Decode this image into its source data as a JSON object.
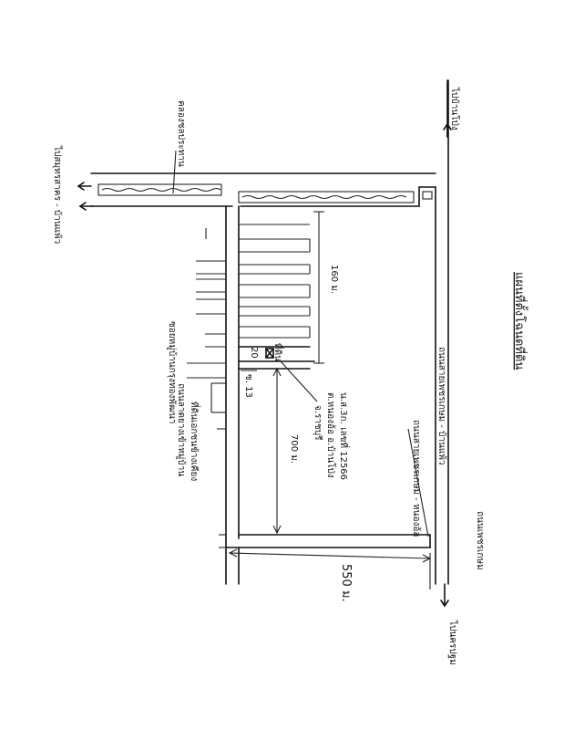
{
  "labels": {
    "title": "แผนที่ตั้งโฉนดที่ดิน",
    "road_top_right": "ไปบ้านโป่ง",
    "road_top_left": "ไปสมุทรสาคร - บ้านแพ้ว",
    "canal": "คลองชลประทาน",
    "road_right": "ถนนเพชรเกษม",
    "road_bottom": "ไปนครปฐม",
    "main_road_strip": "ถนนสายเพชรเกษม - บ้านแพ้ว",
    "left_road_a": "ซอยหมู่บ้านกรุงทองพัฒนา",
    "left_road_b": "ถนนลาดยางเข้าหมู่บ้าน",
    "left_road_c": "ที่ดินเอกชนข้างเคียง",
    "soi": "ซ. 13",
    "lot_mark": "ที่ดิน",
    "land_info_1": "น.ส.3ก. เลขที่ 12566",
    "land_info_2": "ต.หนองอ้อ อ.บ้านโป่ง",
    "land_info_3": "จ.ราชบุรี",
    "diagonal_note": "ถนนสายเพชรเกษม - หนองอ้อ",
    "dim_160": "160 ม.",
    "dim_700": "700 ม.",
    "dim_550": "550 ม.",
    "dim_20": "20"
  },
  "colors": {
    "ink": "#111111",
    "paper": "#ffffff"
  }
}
